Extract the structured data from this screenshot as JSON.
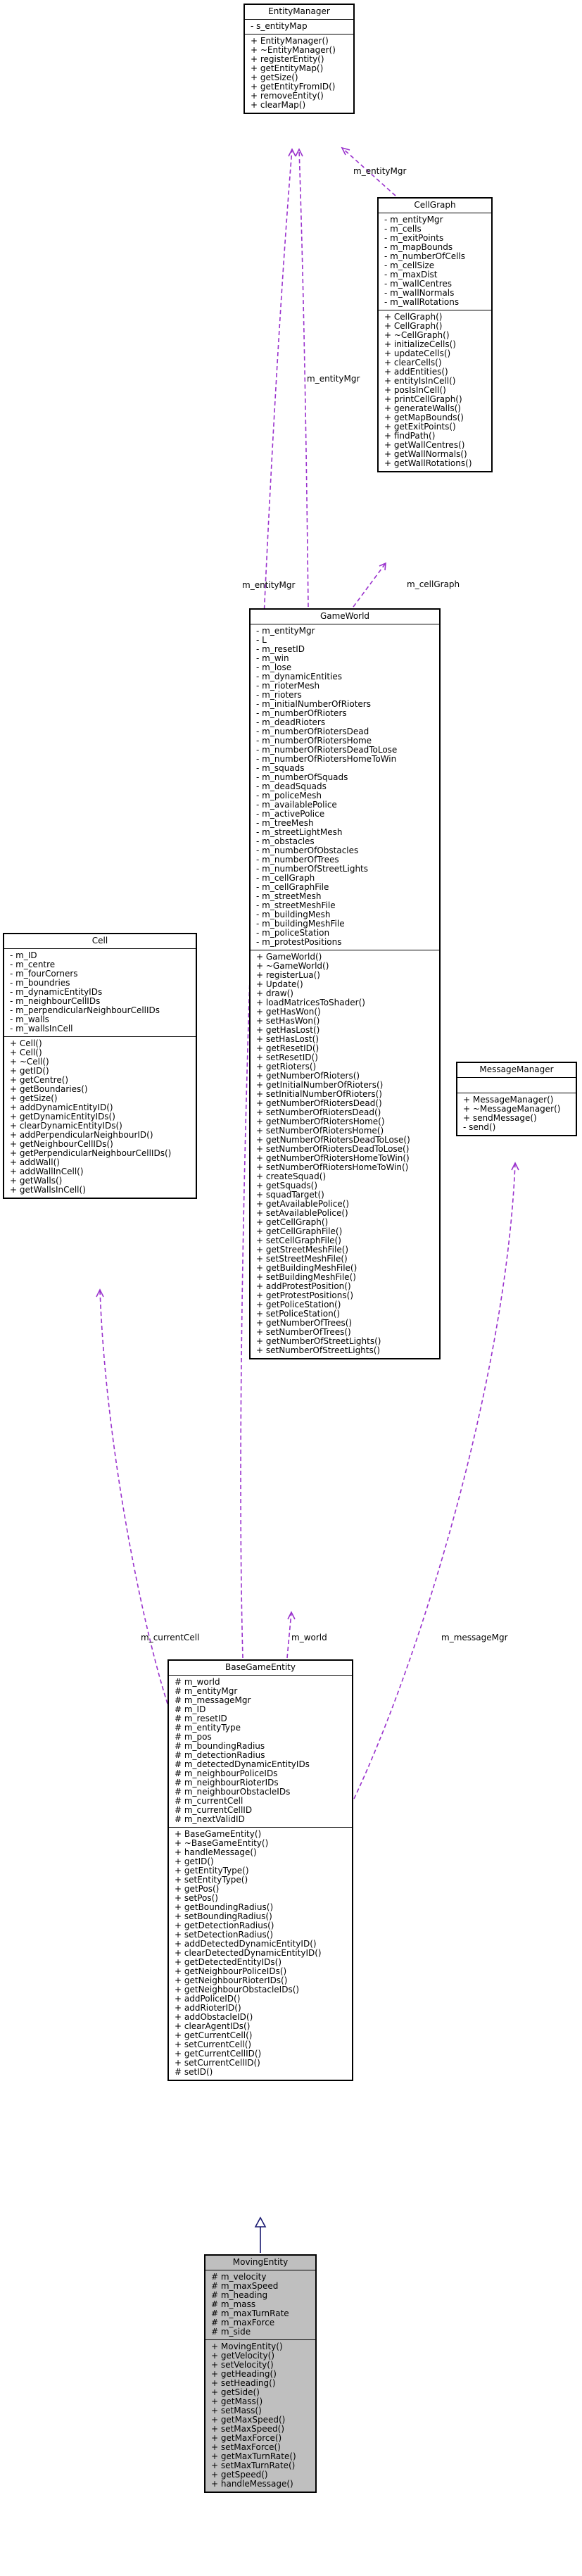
{
  "classes": {
    "entity_manager": {
      "name": "EntityManager",
      "attributes": [
        "- s_entityMap"
      ],
      "operations": [
        "+ EntityManager()",
        "+ ~EntityManager()",
        "+ registerEntity()",
        "+ getEntityMap()",
        "+ getSize()",
        "+ getEntityFromID()",
        "+ removeEntity()",
        "+ clearMap()"
      ]
    },
    "cell_graph": {
      "name": "CellGraph",
      "attributes": [
        "- m_entityMgr",
        "- m_cells",
        "- m_exitPoints",
        "- m_mapBounds",
        "- m_numberOfCells",
        "- m_cellSize",
        "- m_maxDist",
        "- m_wallCentres",
        "- m_wallNormals",
        "- m_wallRotations"
      ],
      "operations": [
        "+ CellGraph()",
        "+ CellGraph()",
        "+ ~CellGraph()",
        "+ initializeCells()",
        "+ updateCells()",
        "+ clearCells()",
        "+ addEntities()",
        "+ entityIsInCell()",
        "+ posIsInCell()",
        "+ printCellGraph()",
        "+ generateWalls()",
        "+ getMapBounds()",
        "+ getExitPoints()",
        "+ findPath()",
        "+ getWallCentres()",
        "+ getWallNormals()",
        "+ getWallRotations()"
      ]
    },
    "game_world": {
      "name": "GameWorld",
      "attributes": [
        "- m_entityMgr",
        "- L",
        "- m_resetID",
        "- m_win",
        "- m_lose",
        "- m_dynamicEntities",
        "- m_rioterMesh",
        "- m_rioters",
        "- m_initialNumberOfRioters",
        "- m_numberOfRioters",
        "- m_deadRioters",
        "- m_numberOfRiotersDead",
        "- m_numberOfRiotersHome",
        "- m_numberOfRiotersDeadToLose",
        "- m_numberOfRiotersHomeToWin",
        "- m_squads",
        "- m_numberOfSquads",
        "- m_deadSquads",
        "- m_policeMesh",
        "- m_availablePolice",
        "- m_activePolice",
        "- m_treeMesh",
        "- m_streetLightMesh",
        "- m_obstacles",
        "- m_numberOfObstacles",
        "- m_numberOfTrees",
        "- m_numberOfStreetLights",
        "- m_cellGraph",
        "- m_cellGraphFile",
        "- m_streetMesh",
        "- m_streetMeshFile",
        "- m_buildingMesh",
        "- m_buildingMeshFile",
        "- m_policeStation",
        "- m_protestPositions"
      ],
      "operations": [
        "+ GameWorld()",
        "+ ~GameWorld()",
        "+ registerLua()",
        "+ Update()",
        "+ draw()",
        "+ loadMatricesToShader()",
        "+ getHasWon()",
        "+ setHasWon()",
        "+ getHasLost()",
        "+ setHasLost()",
        "+ getResetID()",
        "+ setResetID()",
        "+ getRioters()",
        "+ getNumberOfRioters()",
        "+ getInitialNumberOfRioters()",
        "+ setInitialNumberOfRioters()",
        "+ getNumberOfRiotersDead()",
        "+ setNumberOfRiotersDead()",
        "+ getNumberOfRiotersHome()",
        "+ setNumberOfRiotersHome()",
        "+ getNumberOfRiotersDeadToLose()",
        "+ setNumberOfRiotersDeadToLose()",
        "+ getNumberOfRiotersHomeToWin()",
        "+ setNumberOfRiotersHomeToWin()",
        "+ createSquad()",
        "+ getSquads()",
        "+ squadTarget()",
        "+ getAvailablePolice()",
        "+ setAvailablePolice()",
        "+ getCellGraph()",
        "+ getCellGraphFile()",
        "+ setCellGraphFile()",
        "+ getStreetMeshFile()",
        "+ setStreetMeshFile()",
        "+ getBuildingMeshFile()",
        "+ setBuildingMeshFile()",
        "+ addProtestPosition()",
        "+ getProtestPositions()",
        "+ getPoliceStation()",
        "+ setPoliceStation()",
        "+ getNumberOfTrees()",
        "+ setNumberOfTrees()",
        "+ getNumberOfStreetLights()",
        "+ setNumberOfStreetLights()"
      ]
    },
    "cell": {
      "name": "Cell",
      "attributes": [
        "- m_ID",
        "- m_centre",
        "- m_fourCorners",
        "- m_boundries",
        "- m_dynamicEntityIDs",
        "- m_neighbourCellIDs",
        "- m_perpendicularNeighbourCellIDs",
        "- m_walls",
        "- m_wallsInCell"
      ],
      "operations": [
        "+ Cell()",
        "+ Cell()",
        "+ ~Cell()",
        "+ getID()",
        "+ getCentre()",
        "+ getBoundaries()",
        "+ getSize()",
        "+ addDynamicEntityID()",
        "+ getDynamicEntityIDs()",
        "+ clearDynamicEntityIDs()",
        "+ addPerpendicularNeighbourID()",
        "+ getNeighbourCellIDs()",
        "+ getPerpendicularNeighbourCellIDs()",
        "+ addWall()",
        "+ addWallInCell()",
        "+ getWalls()",
        "+ getWallsInCell()"
      ]
    },
    "message_manager": {
      "name": "MessageManager",
      "attributes": [],
      "operations": [
        "+ MessageManager()",
        "+ ~MessageManager()",
        "+ sendMessage()",
        "- send()"
      ]
    },
    "base_game_entity": {
      "name": "BaseGameEntity",
      "attributes": [
        "# m_world",
        "# m_entityMgr",
        "# m_messageMgr",
        "# m_ID",
        "# m_resetID",
        "# m_entityType",
        "# m_pos",
        "# m_boundingRadius",
        "# m_detectionRadius",
        "# m_detectedDynamicEntityIDs",
        "# m_neighbourPoliceIDs",
        "# m_neighbourRioterIDs",
        "# m_neighbourObstacleIDs",
        "# m_currentCell",
        "# m_currentCellID",
        "# m_nextValidID"
      ],
      "operations": [
        "+ BaseGameEntity()",
        "+ ~BaseGameEntity()",
        "+ handleMessage()",
        "+ getID()",
        "+ getEntityType()",
        "+ setEntityType()",
        "+ getPos()",
        "+ setPos()",
        "+ getBoundingRadius()",
        "+ setBoundingRadius()",
        "+ getDetectionRadius()",
        "+ setDetectionRadius()",
        "+ addDetectedDynamicEntityID()",
        "+ clearDetectedDynamicEntityID()",
        "+ getDetectedEntityIDs()",
        "+ getNeighbourPoliceIDs()",
        "+ getNeighbourRioterIDs()",
        "+ getNeighbourObstacleIDs()",
        "+ addPoliceID()",
        "+ addRioterID()",
        "+ addObstacleID()",
        "+ clearAgentIDs()",
        "+ getCurrentCell()",
        "+ setCurrentCell()",
        "+ getCurrentCellID()",
        "+ setCurrentCellID()",
        "# setID()"
      ]
    },
    "moving_entity": {
      "name": "MovingEntity",
      "attributes": [
        "# m_velocity",
        "# m_maxSpeed",
        "# m_heading",
        "# m_mass",
        "# m_maxTurnRate",
        "# m_maxForce",
        "# m_side"
      ],
      "operations": [
        "+ MovingEntity()",
        "+ getVelocity()",
        "+ setVelocity()",
        "+ getHeading()",
        "+ setHeading()",
        "+ getSide()",
        "+ getMass()",
        "+ setMass()",
        "+ getMaxSpeed()",
        "+ setMaxSpeed()",
        "+ getMaxForce()",
        "+ setMaxForce()",
        "+ getMaxTurnRate()",
        "+ setMaxTurnRate()",
        "+ getSpeed()",
        "+ handleMessage()"
      ]
    }
  },
  "edges": {
    "cellgraph_entitymgr": "m_entityMgr",
    "gameworld_entitymgr": "m_entityMgr",
    "base_entitymgr": "m_entityMgr",
    "gameworld_cellgraph": "m_cellGraph",
    "base_currentcell": "m_currentCell",
    "base_world": "m_world",
    "base_messagemgr": "m_messageMgr"
  },
  "colors": {
    "association": "#9a32cd",
    "generalization": "#191970",
    "box_border": "#000000",
    "subclass_fill": "#bfbfbf"
  }
}
